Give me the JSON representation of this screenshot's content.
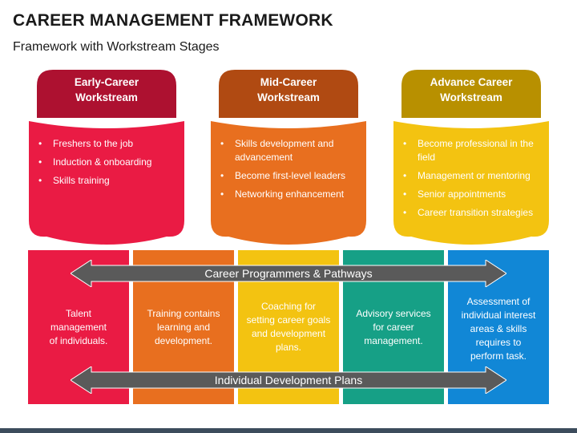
{
  "header": {
    "title": "CAREER MANAGEMENT FRAMEWORK",
    "subtitle": "Framework with Workstream Stages"
  },
  "workstreams": [
    {
      "title": "Early-Career\nWorkstream",
      "head_color": "#ad1130",
      "body_color": "#ea1b44",
      "items": [
        "Freshers to the job",
        "Induction & onboarding",
        "Skills training"
      ]
    },
    {
      "title": "Mid-Career\nWorkstream",
      "head_color": "#b04a12",
      "body_color": "#e86f1f",
      "items": [
        "Skills development and advancement",
        "Become first-level leaders",
        "Networking enhancement"
      ]
    },
    {
      "title": "Advance Career\nWorkstream",
      "head_color": "#b89000",
      "body_color": "#f3c311",
      "items": [
        "Become professional in the field",
        "Management or mentoring",
        "Senior appointments",
        "Career transition strategies"
      ]
    }
  ],
  "columns": [
    {
      "text": "Talent\nmanagement\nof individuals.",
      "color": "#ea1b44"
    },
    {
      "text": "Training contains\nlearning and\ndevelopment.",
      "color": "#e86f1f"
    },
    {
      "text": "Coaching for\nsetting career goals\nand development\nplans.",
      "color": "#f3c311"
    },
    {
      "text": "Advisory services\nfor career\nmanagement.",
      "color": "#16a086"
    },
    {
      "text": "Assessment of\nindividual interest\nareas & skills\nrequires to\nperform task.",
      "color": "#1187d6"
    }
  ],
  "arrows": {
    "top_label": "Career Programmers & Pathways",
    "bottom_label": "Individual Development Plans",
    "color": "#5a5a5a"
  }
}
